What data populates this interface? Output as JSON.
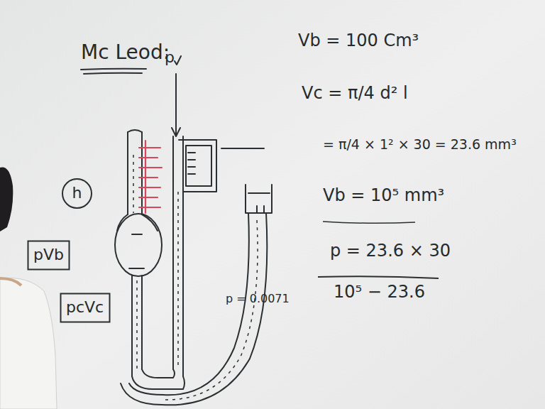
{
  "diagram": {
    "title": "Mc Leod:",
    "nodes": [
      {
        "text": [
          "h"
        ]
      },
      {
        "text": [
          "pVb"
        ]
      },
      {
        "text": [
          "pcVc"
        ]
      }
    ],
    "labels": [
      "p",
      "Vb = 100 Cm³",
      "Vc = π/4 d² l",
      "= π/4 × 1² × 30 = 23.6 mm³",
      "Vb = 10⁵ mm³",
      "p = 23.6 × 30",
      "10⁵ − 23.6",
      "p = 0.0071"
    ]
  }
}
